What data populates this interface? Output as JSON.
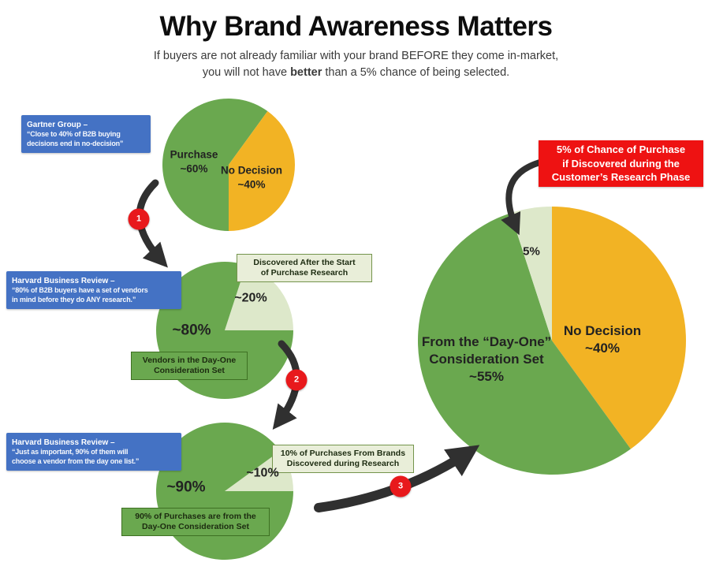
{
  "colors": {
    "green": "#6aa84f",
    "yellow": "#f2b324",
    "pale_green": "#dde8ca",
    "blue_callout": "#4472c4",
    "red_callout": "#ee1212",
    "arrow": "#303030",
    "badge_red": "#e8191c"
  },
  "header": {
    "title": "Why Brand Awareness Matters",
    "subtitle_line1": "If buyers are not already familiar with your brand BEFORE they come in-market,",
    "subtitle2_pre": "you will not have ",
    "subtitle2_bold": "better",
    "subtitle2_post": " than a 5% chance of being selected."
  },
  "callouts": {
    "gartner": {
      "source": "Gartner Group –",
      "quote": "“Close to 40% of B2B buying\ndecisions end in no-decision”"
    },
    "hbr1": {
      "source": "Harvard Business Review –",
      "quote": "“80% of B2B buyers have a set of vendors\nin mind before they do ANY research.”"
    },
    "hbr2": {
      "source": "Harvard Business Review –",
      "quote": "“Just as important, 90% of them will\nchoose a vendor from the day one list.”"
    },
    "research_phase": "5% of Chance of Purchase\nif Discovered during the\nCustomer’s Research Phase"
  },
  "steps": [
    "1",
    "2",
    "3"
  ],
  "pie_labels": {
    "pie1_purchase": "Purchase\n~60%",
    "pie1_no_decision": "No Decision\n~40%",
    "pie2_discovered_box": "Discovered After the Start\nof Purchase Research",
    "pie2_pct_light": "~20%",
    "pie2_pct_main": "~80%",
    "pie2_vendors_box": "Vendors in the Day-One\nConsideration Set",
    "pie3_discovered_box": "10% of Purchases From Brands\nDiscovered during Research",
    "pie3_pct_light": "~10%",
    "pie3_pct_main": "~90%",
    "pie3_purchases_box": "90% of Purchases are from the\nDay-One Consideration Set",
    "pie4_pct_light": "5%",
    "pie4_green": "From the “Day-One”\nConsideration Set\n~55%",
    "pie4_no_decision": "No Decision\n~40%"
  },
  "chart_data": [
    {
      "type": "pie",
      "name": "b2b-buying-outcomes",
      "start_angle": 180,
      "slices": [
        {
          "label": "Purchase",
          "value": 60,
          "color": "#6aa84f"
        },
        {
          "label": "No Decision",
          "value": 40,
          "color": "#f2b324"
        }
      ]
    },
    {
      "type": "pie",
      "name": "day-one-consideration-set",
      "start_angle": 18,
      "slices": [
        {
          "label": "Discovered After the Start of Purchase Research",
          "value": 20,
          "color": "#dde8ca"
        },
        {
          "label": "Vendors in the Day-One Consideration Set",
          "value": 80,
          "color": "#6aa84f"
        }
      ]
    },
    {
      "type": "pie",
      "name": "purchase-source",
      "start_angle": 54,
      "slices": [
        {
          "label": "10% of Purchases From Brands Discovered during Research",
          "value": 10,
          "color": "#dde8ca"
        },
        {
          "label": "90% of Purchases are from the Day-One Consideration Set",
          "value": 90,
          "color": "#6aa84f"
        }
      ]
    },
    {
      "type": "pie",
      "name": "final-purchase-outcome",
      "start_angle": 0,
      "slices": [
        {
          "label": "No Decision",
          "value": 40,
          "color": "#f2b324"
        },
        {
          "label": "From the “Day-One” Consideration Set",
          "value": 55,
          "color": "#6aa84f"
        },
        {
          "label": "Discovered during the Customer’s Research Phase",
          "value": 5,
          "color": "#dde8ca"
        }
      ]
    }
  ]
}
